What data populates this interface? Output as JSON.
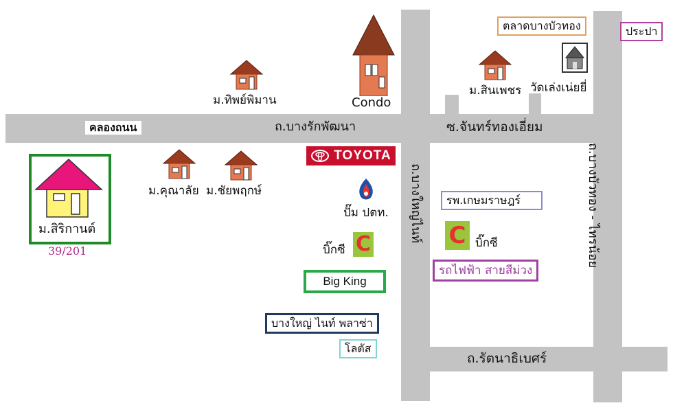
{
  "roads": {
    "khlong_thanon": "คลองถนน",
    "bang_rak_phatthana": "ถ.บางรักพัฒนา",
    "chan_thong_iam": "ซ.จันทร์ทองเอี่ยม",
    "ratanathibet": "ถ.รัตนาธิเบศร์",
    "bang_yai_vertical": "ถ.บางใหญ่ไนท์",
    "bang_bua_thong_sai_noi": "ถ.บางบัวทอง - ไทรน้อย"
  },
  "places": {
    "condo": "Condo",
    "talad": "ตลาดบางบัวทอง",
    "prapa": "ประปา",
    "wat": "วัดเล่งเน่ยยี่",
    "m_sinpetch": "ม.สินเพชร",
    "m_thipphiman": "ม.ทิพย์พิมาน",
    "m_khunalai": "ม.คุณาลัย",
    "m_chaiyaphruek": "ม.ชัยพฤกษ์",
    "m_sirikan": "ม.สิริกานต์",
    "house_number": "39/201",
    "toyota": "TOYOTA",
    "ptt": "ปั๊ม ปตท.",
    "bigc_left": "บิ๊กซี",
    "bigc_right": "บิ๊กซี",
    "bigc_logo_letter": "C",
    "big_king": "Big King",
    "plaza": "บางใหญ่ ไนท์ พลาซ่า",
    "lotus": "โลตัส",
    "kasemrad": "รพ.เกษมราษฎร์",
    "purple_line": "รถไฟฟ้า สายสีม่วง"
  },
  "colors": {
    "road": "#c3c3c3",
    "talad_border": "#e0a060",
    "prapa_border": "#b040a0",
    "sirikan_border": "#1f8a2a",
    "sirikan_text": "#b02a8a",
    "toyota_bg": "#c8102e",
    "big_king_border": "#2aa84a",
    "plaza_border": "#1e3a5f",
    "lotus_border": "#7fd4d8",
    "kasemrad_border": "#8a8ad0",
    "purple_line_border": "#a040a0",
    "purple_line_text": "#a040a0"
  }
}
